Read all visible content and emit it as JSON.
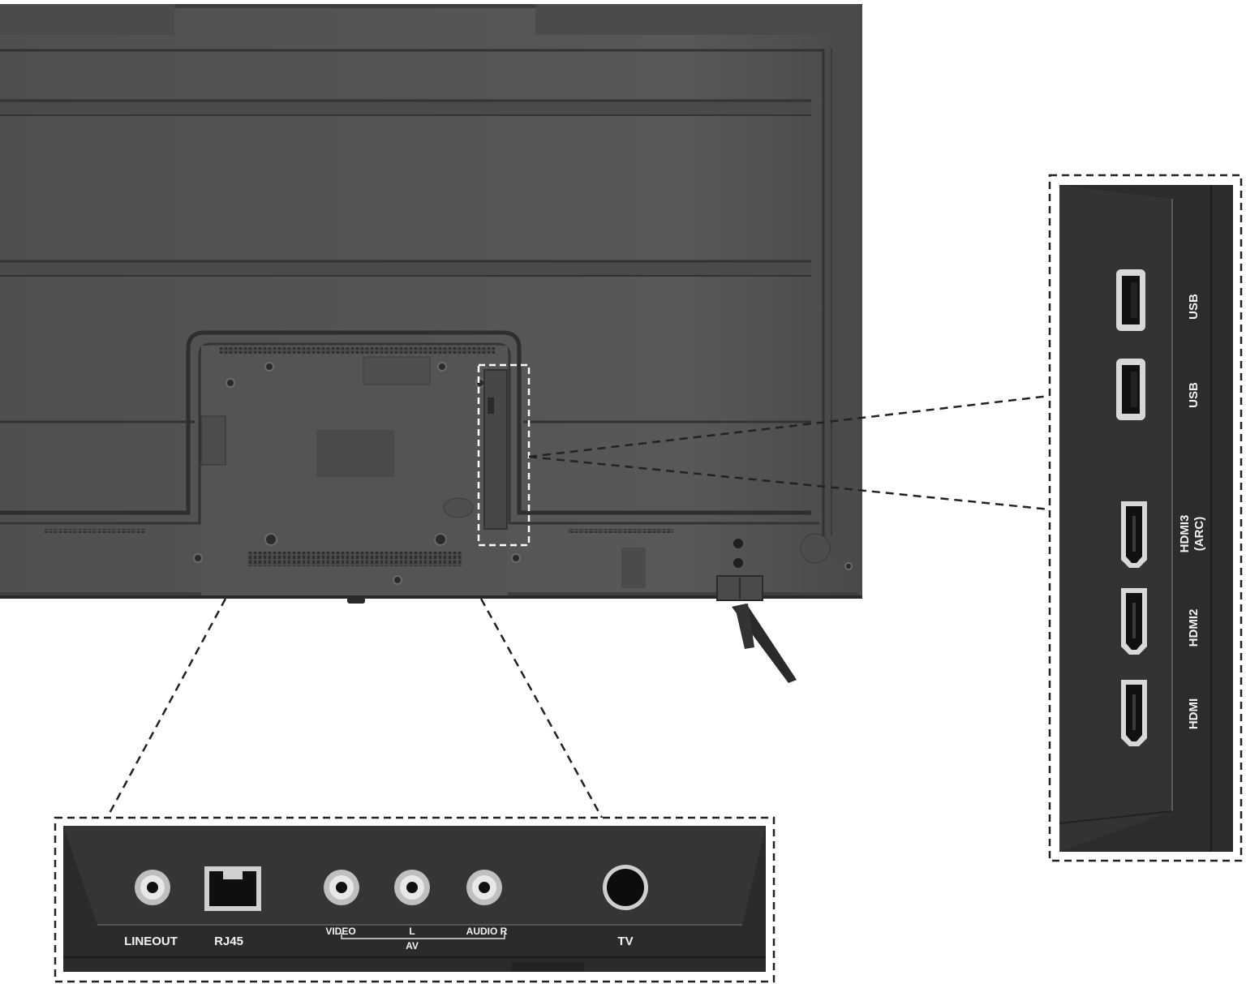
{
  "colors": {
    "tv_body": "#555555",
    "tv_body_dark": "#3e3e3e",
    "panel_dark": "#2f2f2f",
    "port_dark": "#1a1a1a",
    "label_text": "#f2f2f2",
    "callout_line": "#222222"
  },
  "bottom_panel": {
    "labels": {
      "lineout": "LINEOUT",
      "rj45": "RJ45",
      "video": "VIDEO",
      "l": "L",
      "audio_r": "AUDIO  R",
      "av": "AV",
      "tv": "TV"
    }
  },
  "side_panel": {
    "labels": {
      "usb_1": "USB",
      "usb_2": "USB",
      "hdmi3": "HDMI3",
      "arc": "(ARC)",
      "hdmi2": "HDMI2",
      "hdmi1": "HDMI"
    }
  },
  "icons": [
    "rca-jack-icon",
    "ethernet-port-icon",
    "usb-port-icon",
    "hdmi-port-icon",
    "coax-antenna-icon",
    "stand-leg-icon"
  ]
}
